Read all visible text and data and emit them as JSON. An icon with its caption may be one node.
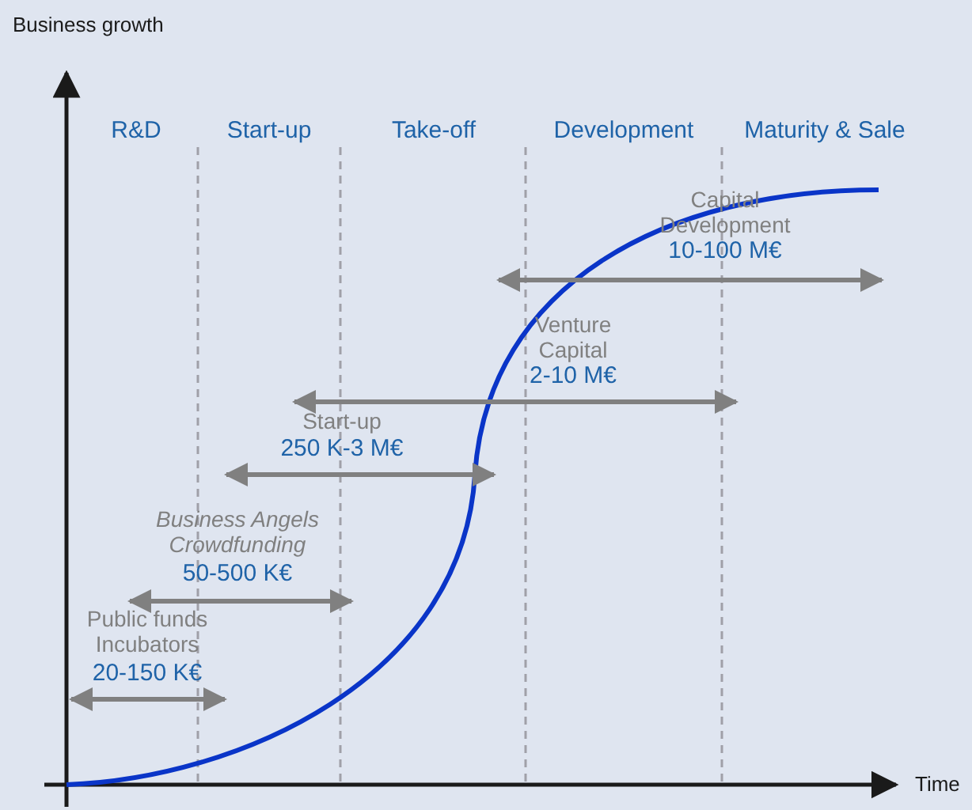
{
  "diagram": {
    "labels": [
      "Business growth",
      "R&D",
      "Start-up",
      "Take-off",
      "Development",
      "Maturity & Sale",
      "Capital Development",
      "10-100 M€",
      "Venture Capital",
      "2-10 M€",
      "Start-up",
      "250 K-3 M€",
      "Business Angels Crowdfunding",
      "50-500 K€",
      "Public funds Incubators",
      "20-150 K€",
      "Time"
    ]
  }
}
